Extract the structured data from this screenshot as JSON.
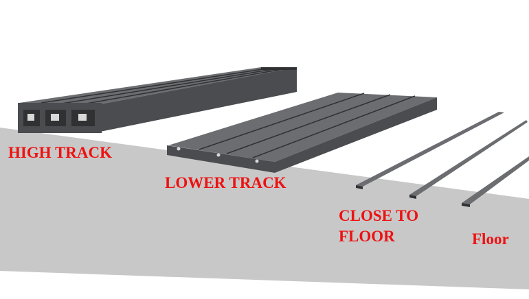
{
  "colors": {
    "floor": "#c8c8c8",
    "profile_top": "#6b6d70",
    "profile_side": "#4a4c4f",
    "profile_dark": "#2f3133",
    "label": "#ee1111"
  },
  "labels": {
    "high_track": "HIGH TRACK",
    "lower_track": "LOWER TRACK",
    "close_to_floor_line1": "CLOSE TO",
    "close_to_floor_line2": "FLOOR",
    "floor": "Floor"
  }
}
